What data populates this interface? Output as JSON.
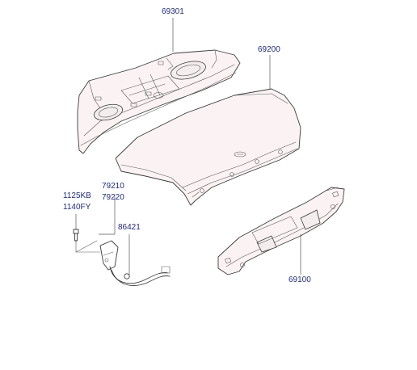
{
  "diagram": {
    "parts": [
      {
        "id": "p69301",
        "number": "69301"
      },
      {
        "id": "p69200",
        "number": "69200"
      },
      {
        "id": "p79210",
        "number": "79210"
      },
      {
        "id": "p79220",
        "number": "79220"
      },
      {
        "id": "p1125KB",
        "number": "1125KB"
      },
      {
        "id": "p1140FY",
        "number": "1140FY"
      },
      {
        "id": "p86421",
        "number": "86421"
      },
      {
        "id": "p69100",
        "number": "69100"
      }
    ],
    "colors": {
      "label": "#1f2a8a",
      "line": "#3c3c3c",
      "panel_fill": "#fbf3f3"
    }
  }
}
